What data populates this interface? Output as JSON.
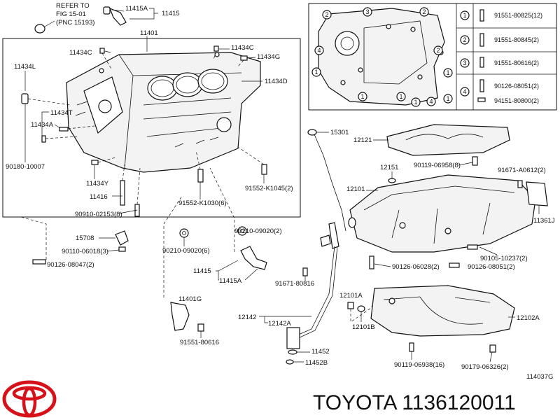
{
  "labels": {
    "refer_line1": "REFER TO",
    "refer_line2": "FIG 15-01",
    "refer_line3": "(PNC 15193)",
    "p11415A_top": "11415A",
    "p11415_top": "11415",
    "p11401": "11401",
    "p11434C_a": "11434C",
    "p11434C_b": "11434C",
    "p11434G": "11434G",
    "p11434L": "11434L",
    "p11434D": "11434D",
    "p11434T": "11434T",
    "p11434A": "11434A",
    "p90180": "90180-10007",
    "p11434Y": "11434Y",
    "p11416": "11416",
    "p90910": "90910-02153(8)",
    "p91552_k1030": "91552-K1030(6)",
    "p91552_k1045": "91552-K1045(2)",
    "p15708": "15708",
    "p90110": "90110-06018(3)",
    "p90126_08047": "90126-08047(2)",
    "p90210_a": "90210-09020(6)",
    "p90210_b": "90210-09020(2)",
    "p11415_mid": "11415",
    "p11415A_mid": "11415A",
    "p11401G": "11401G",
    "p91551_80616": "91551-80616",
    "p15301": "15301",
    "p12121": "12121",
    "p90119_06958": "90119-06958(8)",
    "p12151": "12151",
    "p91671_a0612": "91671-A0612(2)",
    "p12101": "12101",
    "p11361J": "11361J",
    "p90105": "90105-10237(2)",
    "p90126_06028": "90126-06028(2)",
    "p90126_08051": "90126-08051(2)",
    "p91671_80816": "91671-80816",
    "p12101A": "12101A",
    "p12101B": "12101B",
    "p12142": "12142",
    "p12142A": "12142A",
    "p12102A": "12102A",
    "p11452": "11452",
    "p11452B": "11452B",
    "p90119_06938": "90119-06938(16)",
    "p90179_06326": "90179-06326(2)",
    "fig_code": "114037G"
  },
  "legend": [
    {
      "num": "1",
      "parts": [
        "91551-80825(12)"
      ]
    },
    {
      "num": "2",
      "parts": [
        "91551-80845(2)"
      ]
    },
    {
      "num": "3",
      "parts": [
        "91551-80616(2)"
      ]
    },
    {
      "num": "4",
      "parts": [
        "90126-08051(2)",
        "94151-80800(2)"
      ]
    }
  ],
  "inset_callouts": [
    "2",
    "3",
    "2",
    "4",
    "1",
    "1",
    "1",
    "1",
    "4",
    "1",
    "1",
    "2"
  ],
  "brand_text": "TOYOTA 1136120011",
  "icons": {
    "logo": "toyota-logo"
  },
  "colors": {
    "logo": "#d7111a",
    "ink": "#111111"
  }
}
